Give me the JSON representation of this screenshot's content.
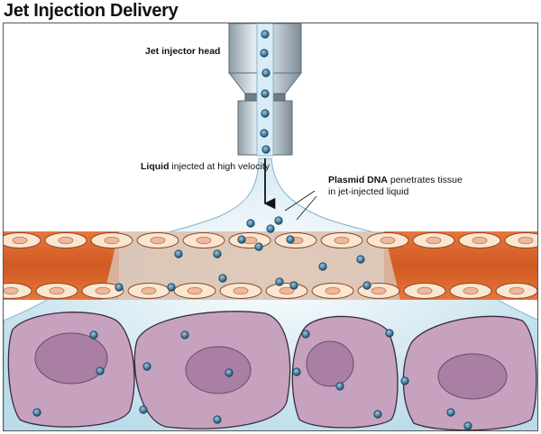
{
  "title": "Jet Injection Delivery",
  "labels": {
    "injector_head": "Jet injector head",
    "liquid_bold": "Liquid",
    "liquid_rest": " injected at high velocity",
    "plasmid_bold": "Plasmid DNA",
    "plasmid_rest": " penetrates tissue",
    "plasmid_line2": "in jet-injected liquid"
  },
  "colors": {
    "liquid": "#cfe7f2",
    "muscle": "#d9632a",
    "cell_fill": "#fbe6d2",
    "large_cell": "#c6a2bf",
    "nucleus": "#a97fa3",
    "dna": "#3b78a1",
    "injector": "#b5c2cc"
  }
}
